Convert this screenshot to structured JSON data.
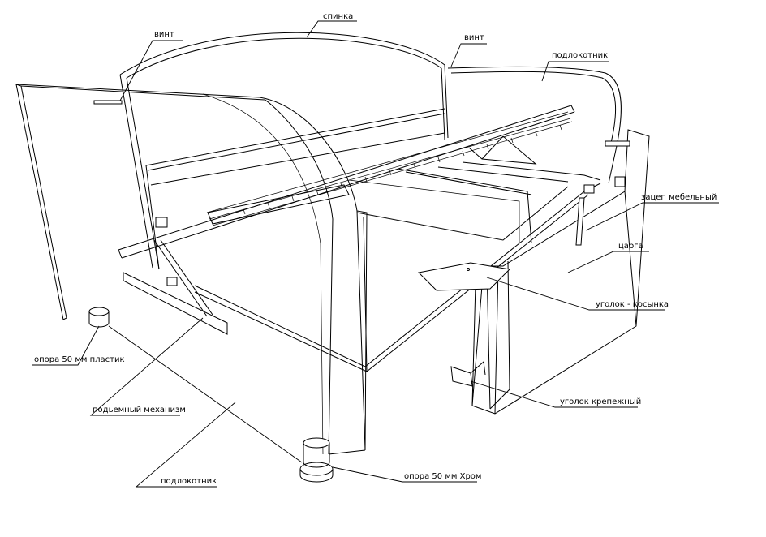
{
  "labels": {
    "spinka": "спинка",
    "vint_left": "винт",
    "vint_right": "винт",
    "podlokotnik_top": "подлокотник",
    "zacep": "зацеп мебельный",
    "carga": "царга",
    "ugolok_kosynka": "уголок - косынка",
    "ugolok_krepezhny": "уголок крепежный",
    "opora_plastik": "опора 50 мм пластик",
    "podemny": "подьемный механизм",
    "podlokotnik_bottom": "подлокотник",
    "opora_hrom": "опора 50 мм Хром"
  }
}
